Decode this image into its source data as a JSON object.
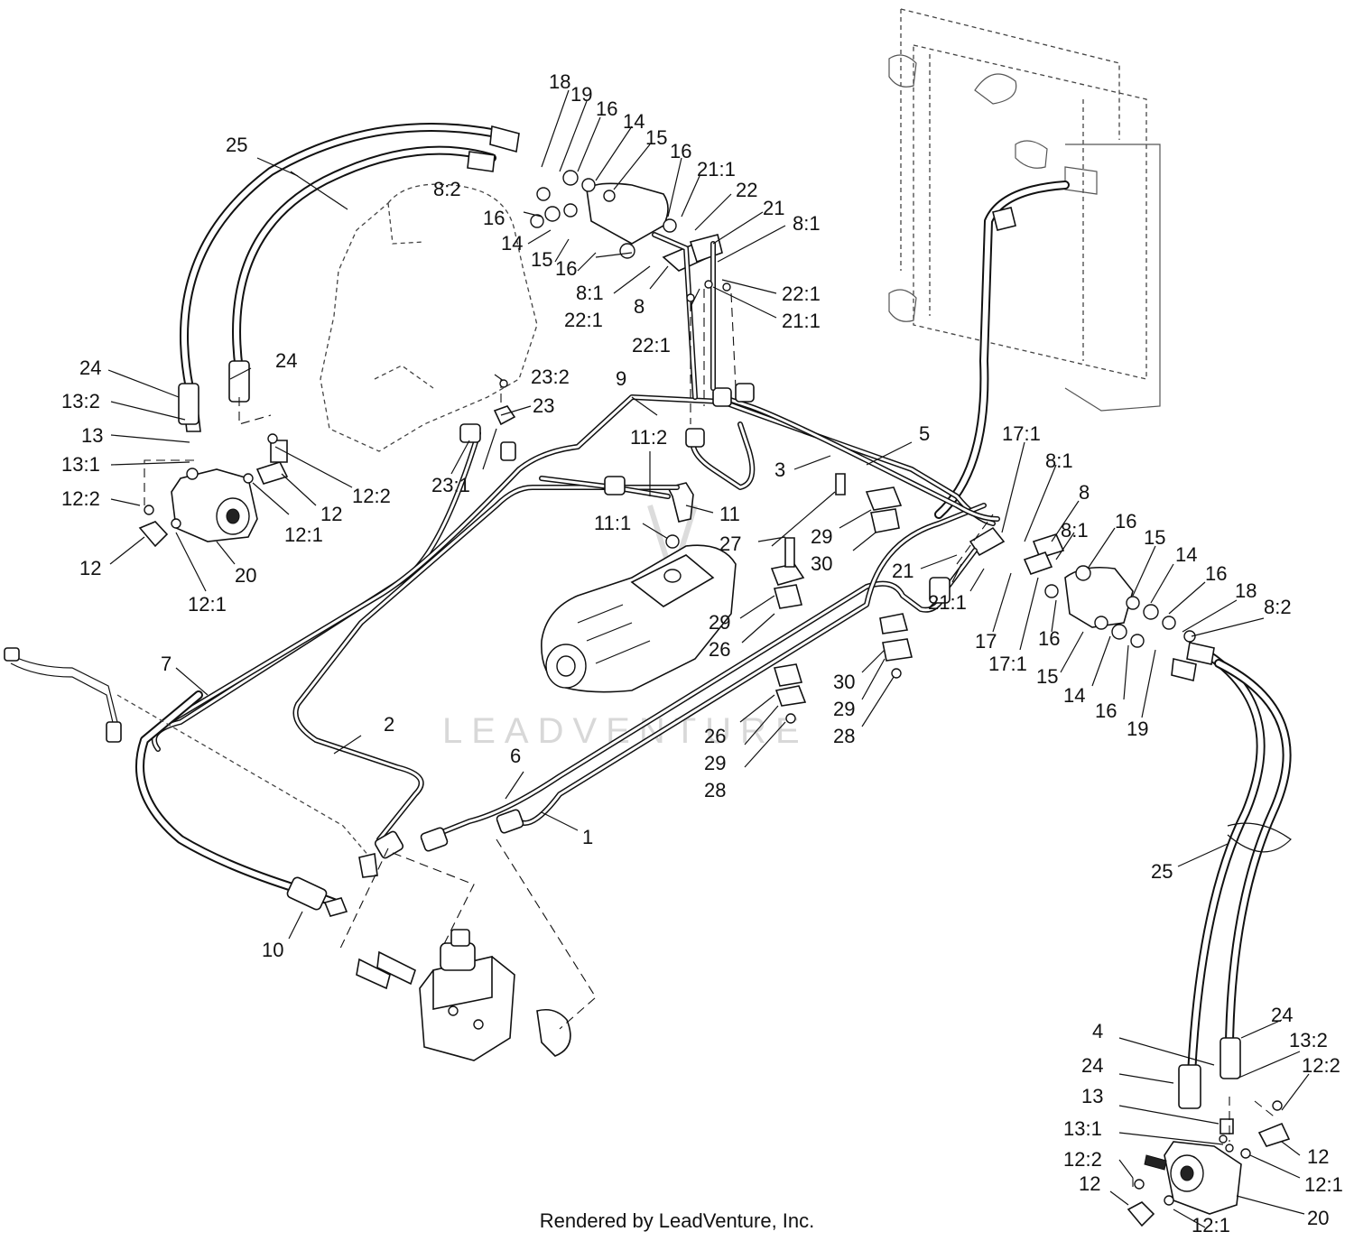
{
  "watermark": "LEADVENTURE",
  "footer": "Rendered by LeadVenture, Inc.",
  "callouts": {
    "c1": "1",
    "c2": "2",
    "c3": "3",
    "c4": "4",
    "c5": "5",
    "c6": "6",
    "c7": "7",
    "c8a": "8",
    "c8b": "8",
    "c8_1a": "8:1",
    "c8_1b": "8:1",
    "c8_1c": "8:1",
    "c8_1d": "8:1",
    "c8_2a": "8:2",
    "c8_2b": "8:2",
    "c9": "9",
    "c10": "10",
    "c11": "11",
    "c11_1": "11:1",
    "c11_2": "11:2",
    "c12a": "12",
    "c12b": "12",
    "c12c": "12",
    "c12d": "12",
    "c12_1a": "12:1",
    "c12_1b": "12:1",
    "c12_1c": "12:1",
    "c12_1d": "12:1",
    "c12_2a": "12:2",
    "c12_2b": "12:2",
    "c12_2c": "12:2",
    "c12_2d": "12:2",
    "c13a": "13",
    "c13b": "13",
    "c13_1a": "13:1",
    "c13_1b": "13:1",
    "c13_2a": "13:2",
    "c13_2b": "13:2",
    "c14a": "14",
    "c14b": "14",
    "c14c": "14",
    "c14d": "14",
    "c15a": "15",
    "c15b": "15",
    "c15c": "15",
    "c15d": "15",
    "c16a": "16",
    "c16b": "16",
    "c16c": "16",
    "c16d": "16",
    "c16e": "16",
    "c16f": "16",
    "c16g": "16",
    "c16h": "16",
    "c17": "17",
    "c17_1a": "17:1",
    "c17_1b": "17:1",
    "c18a": "18",
    "c18b": "18",
    "c19a": "19",
    "c19b": "19",
    "c20a": "20",
    "c20b": "20",
    "c21a": "21",
    "c21b": "21",
    "c21_1a": "21:1",
    "c21_1b": "21:1",
    "c21_1c": "21:1",
    "c22": "22",
    "c22_1a": "22:1",
    "c22_1b": "22:1",
    "c22_1c": "22:1",
    "c23": "23",
    "c23_1": "23:1",
    "c23_2": "23:2",
    "c24a": "24",
    "c24b": "24",
    "c24c": "24",
    "c24d": "24",
    "c25a": "25",
    "c25b": "25",
    "c26a": "26",
    "c26b": "26",
    "c27": "27",
    "c28a": "28",
    "c28b": "28",
    "c29a": "29",
    "c29b": "29",
    "c29c": "29",
    "c29d": "29",
    "c30a": "30",
    "c30b": "30"
  }
}
